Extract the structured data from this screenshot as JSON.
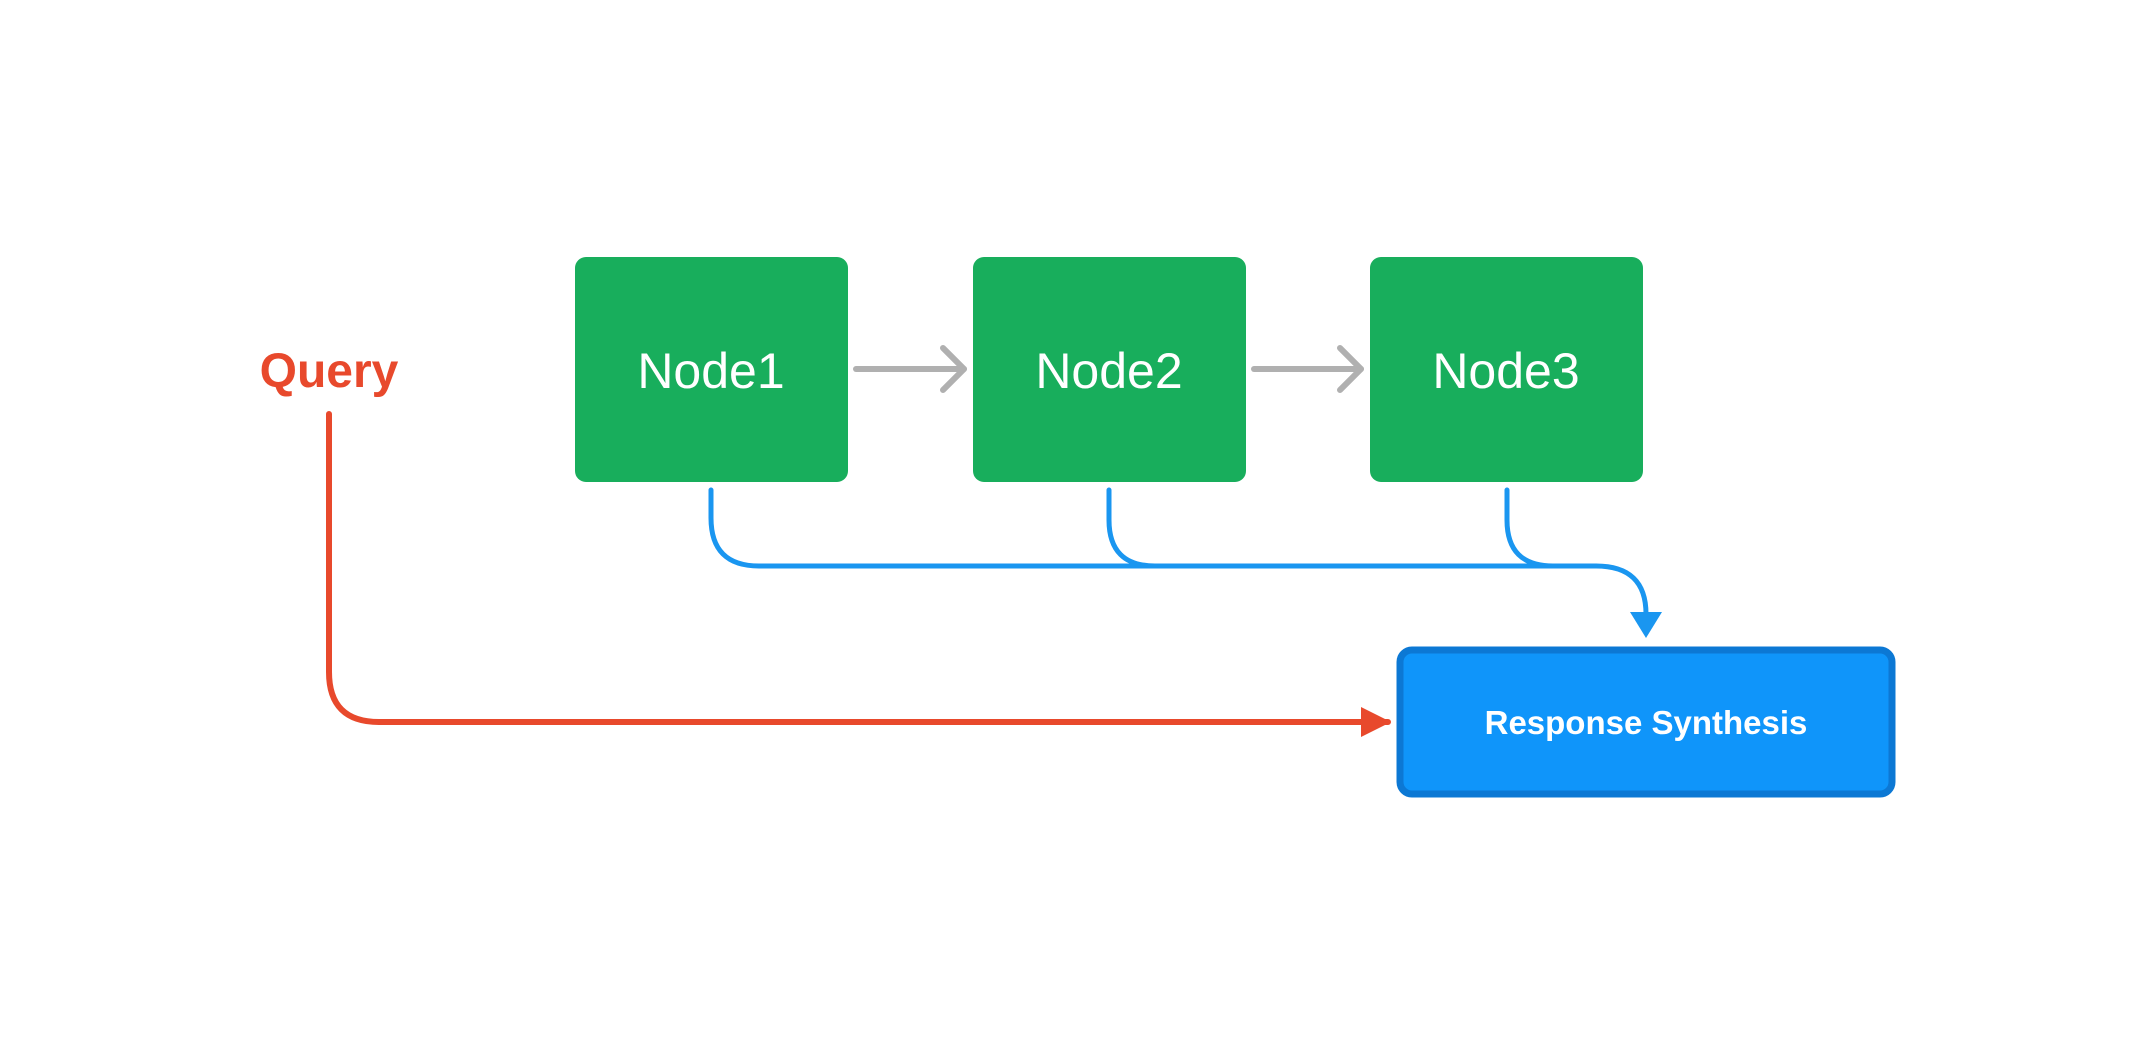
{
  "diagram": {
    "query_label": "Query",
    "nodes": [
      {
        "label": "Node1"
      },
      {
        "label": "Node2"
      },
      {
        "label": "Node3"
      }
    ],
    "synthesis_label": "Response Synthesis"
  },
  "colors": {
    "query": "#e8492c",
    "node_fill": "#18ae5c",
    "sequence_arrow": "#b0b0b0",
    "retrieval_line": "#1a96f0",
    "synthesis_fill": "#0f95fa",
    "synthesis_border": "#0c78d4"
  }
}
